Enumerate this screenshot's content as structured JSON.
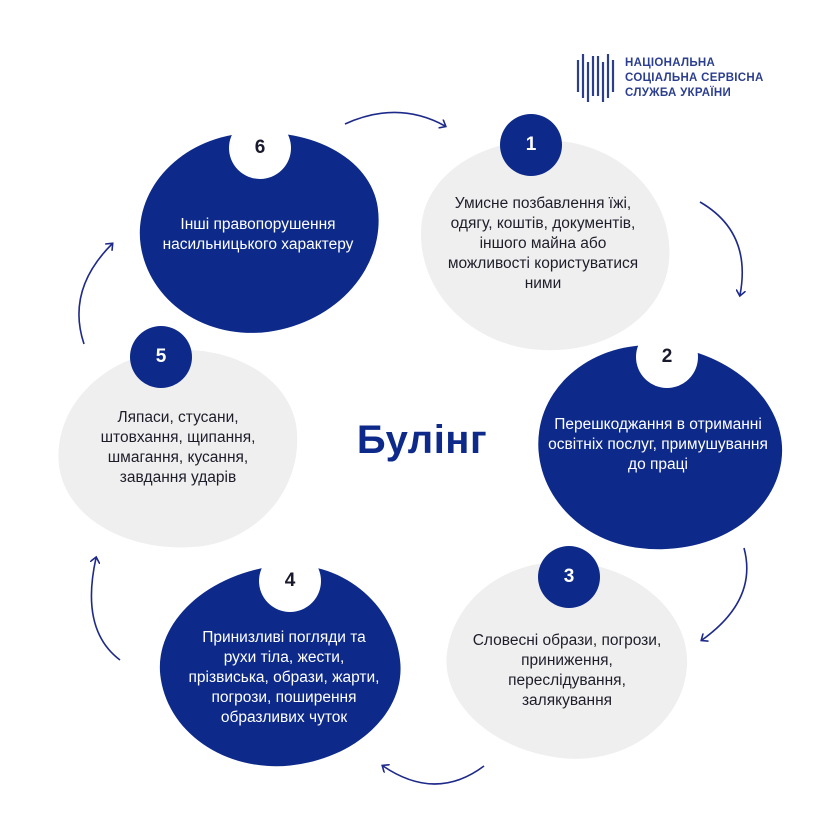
{
  "title": "Булінг",
  "logo": {
    "line1": "НАЦІОНАЛЬНА",
    "line2": "СОЦІАЛЬНА СЕРВІСНА",
    "line3": "СЛУЖБА УКРАЇНИ"
  },
  "items": [
    {
      "number": "1",
      "text": "Умисне позбавлення їжі, одягу, коштів, документів, іншого майна або можливості користуватися ними",
      "style": "gray"
    },
    {
      "number": "2",
      "text": "Перешкоджання в отриманні освітніх послуг, примушування до праці",
      "style": "navy"
    },
    {
      "number": "3",
      "text": "Словесні образи, погрози, приниження, переслідування, залякування",
      "style": "gray"
    },
    {
      "number": "4",
      "text": "Принизливі погляди та рухи тіла, жести, прізвиська, образи, жарти, погрози, поширення образливих чуток",
      "style": "navy"
    },
    {
      "number": "5",
      "text": "Ляпаси, стусани, штовхання, щипання, шмагання, кусання, завдання ударів",
      "style": "gray"
    },
    {
      "number": "6",
      "text": "Інші правопорушення насильницького характеру",
      "style": "navy"
    }
  ],
  "colors": {
    "navy": "#0d2a8a",
    "gray": "#efefef",
    "text_dark": "#1e1e2a",
    "white": "#ffffff"
  }
}
